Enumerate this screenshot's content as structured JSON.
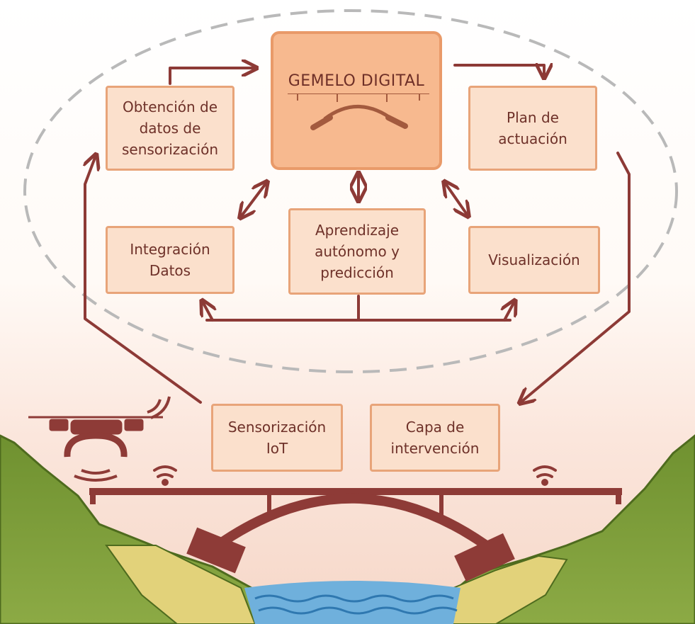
{
  "diagram": {
    "core": {
      "title": "GEMELO DIGITAL"
    },
    "nodes": {
      "sensing_data": [
        "Obtención de",
        "datos de",
        "sensorización"
      ],
      "action_plan": [
        "Plan de",
        "actuación"
      ],
      "integration": [
        "Integración",
        "Datos"
      ],
      "learning": [
        "Aprendizaje",
        "autónomo y",
        "predicción"
      ],
      "visualization": [
        "Visualización"
      ],
      "iot": [
        "Sensorización",
        "IoT"
      ],
      "intervention": [
        "Capa de",
        "intervención"
      ]
    }
  },
  "colors": {
    "arrow": "#8d3a36",
    "box_fill": "#fbe0cc",
    "box_border": "#e8a479",
    "core_fill": "#f7b98f",
    "bridge": "#8e3b37",
    "hill": "#7a9a3a",
    "water": "#6fb0dc"
  },
  "icons": [
    "drone-icon",
    "wifi-icon",
    "bridge-icon"
  ]
}
